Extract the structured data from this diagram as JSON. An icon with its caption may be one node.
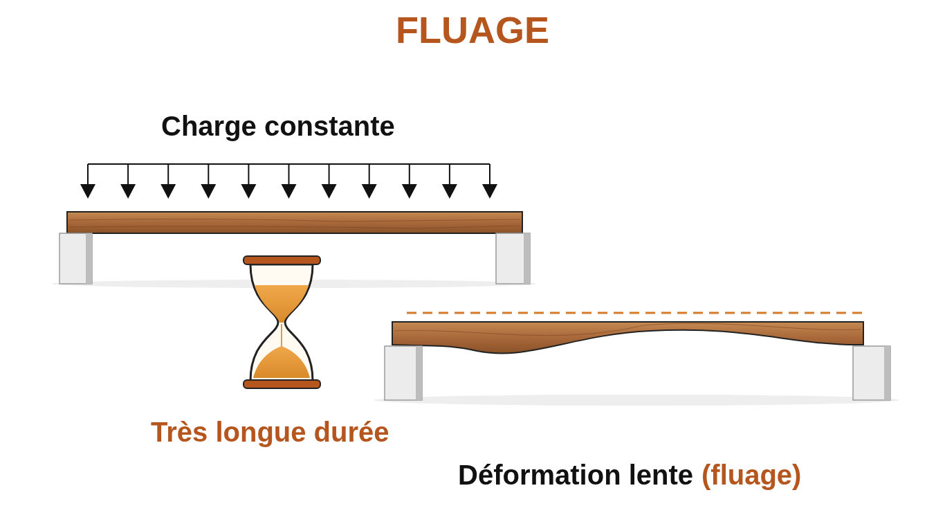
{
  "diagram": {
    "title": "FLUAGE",
    "labels": [
      "Charge constante",
      "Très longue durée",
      "Déformation lente",
      "(fluage)"
    ]
  }
}
